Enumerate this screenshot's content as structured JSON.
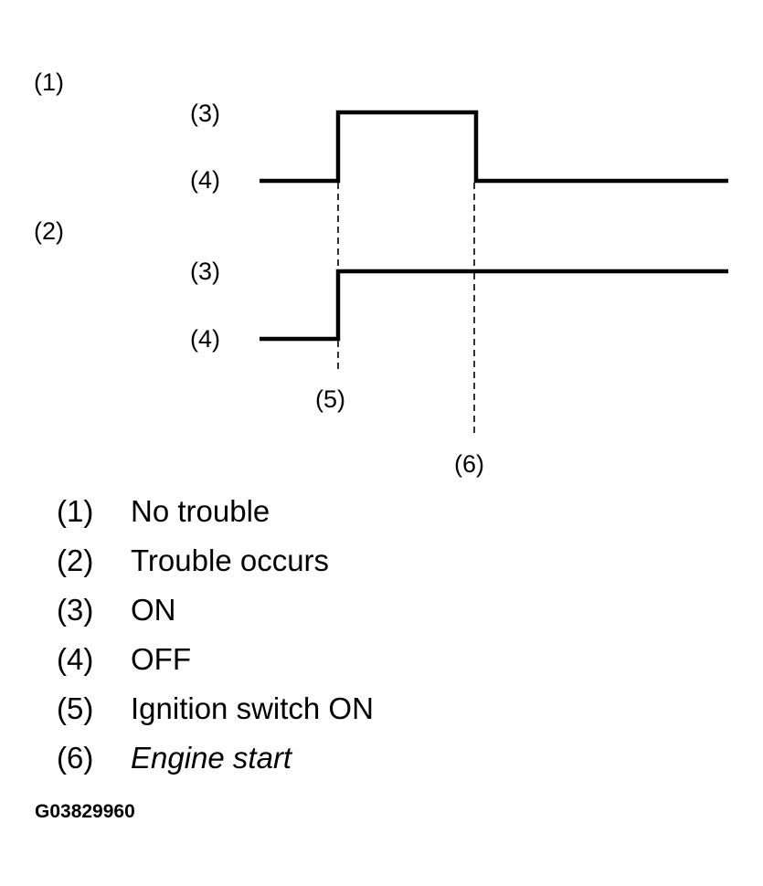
{
  "diagram": {
    "group_labels": [
      "(1)",
      "(2)"
    ],
    "state_on": "(3)",
    "state_off": "(4)",
    "event_5": "(5)",
    "event_6": "(6)"
  },
  "legend": [
    {
      "num": "(1)",
      "text": "No trouble",
      "italic": false
    },
    {
      "num": "(2)",
      "text": "Trouble occurs",
      "italic": false
    },
    {
      "num": "(3)",
      "text": "ON",
      "italic": false
    },
    {
      "num": "(4)",
      "text": "OFF",
      "italic": false
    },
    {
      "num": "(5)",
      "text": "Ignition switch ON",
      "italic": false
    },
    {
      "num": "(6)",
      "text": "Engine start",
      "italic": true
    }
  ],
  "figure_code": "G03829960",
  "colors": {
    "ink": "#000000",
    "background": "#ffffff"
  }
}
